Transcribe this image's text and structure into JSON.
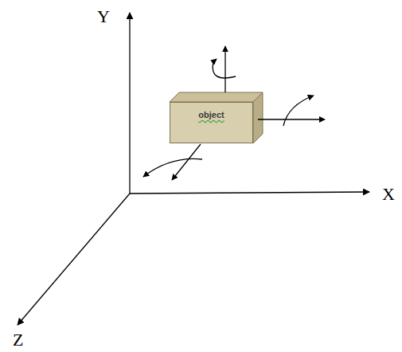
{
  "diagram": {
    "nodes": [
      {
        "text": [
          "object"
        ]
      }
    ],
    "labels": [
      "Y",
      "X",
      "Z"
    ]
  }
}
